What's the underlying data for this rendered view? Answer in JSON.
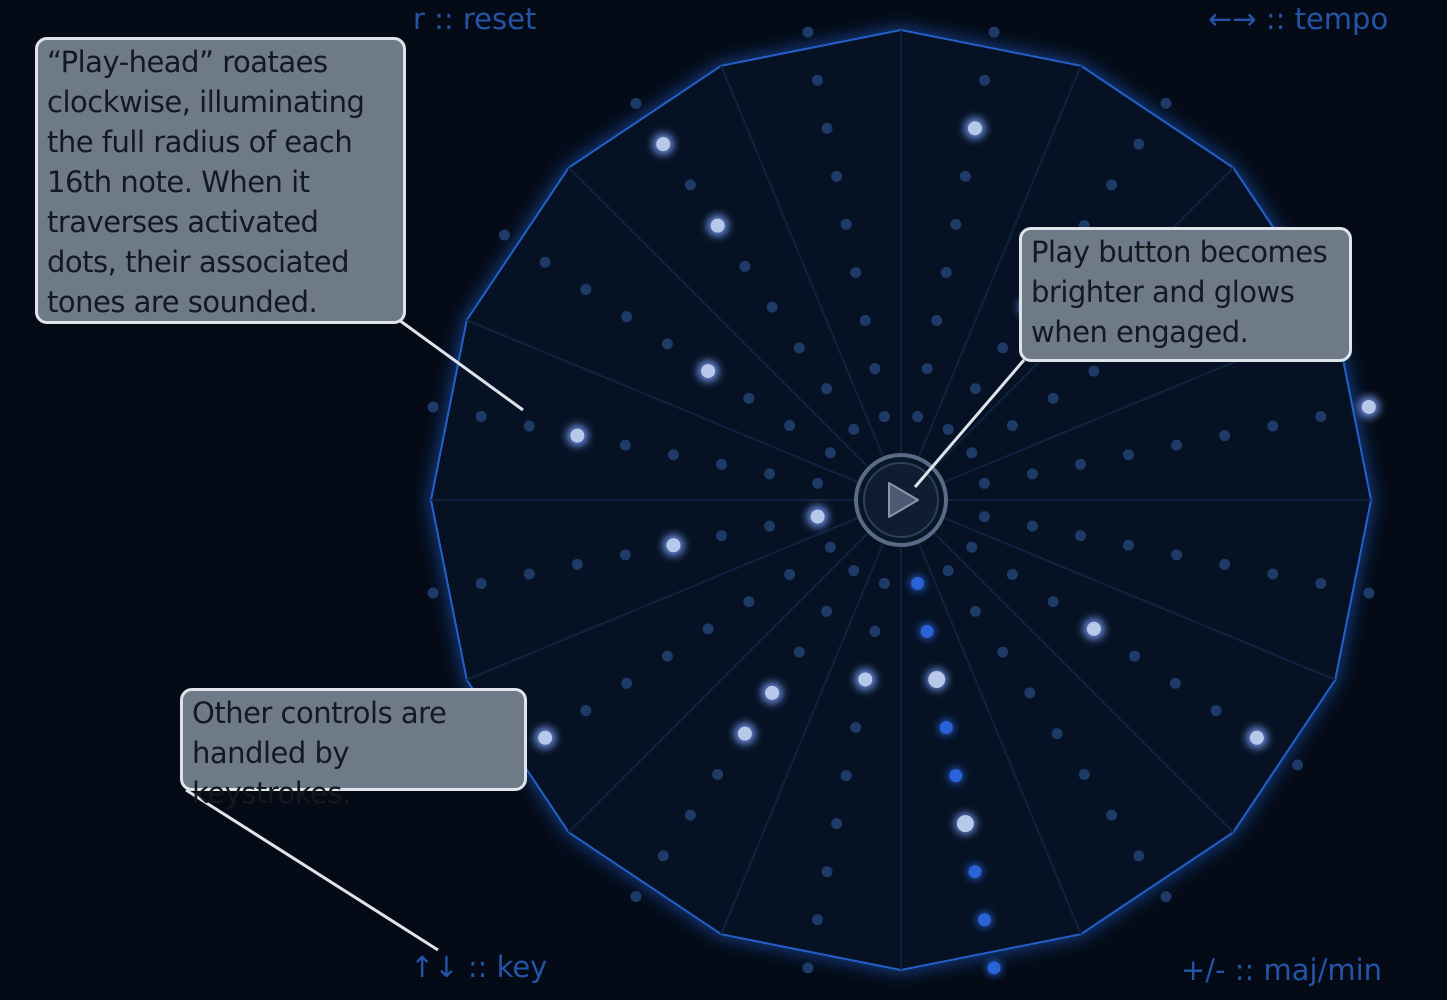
{
  "keys": {
    "reset": "r :: reset",
    "tempo": "←→ :: tempo",
    "key": "↑↓ :: key",
    "majmin": "+/-  :: maj/min"
  },
  "callouts": {
    "playhead": "“Play-head” roataes clockwise, illuminating the full radius of each 16th note. When it traverses activated dots, their associated tones are sounded.",
    "play": "Play button becomes brighter and glows when engaged.",
    "controls": "Other controls are handled by keystrokes."
  },
  "sequencer": {
    "steps": 16,
    "rows": 9,
    "playhead_step": 12,
    "active": [
      [
        0,
        8
      ],
      [
        2,
        3
      ],
      [
        3,
        6
      ],
      [
        5,
        5
      ],
      [
        5,
        7
      ],
      [
        6,
        3
      ],
      [
        7,
        5
      ],
      [
        8,
        0
      ],
      [
        8,
        3
      ],
      [
        9,
        7
      ],
      [
        10,
        3
      ],
      [
        10,
        4
      ],
      [
        11,
        2
      ],
      [
        12,
        2
      ],
      [
        12,
        5
      ],
      [
        14,
        3
      ],
      [
        14,
        7
      ]
    ]
  },
  "play_button": {
    "icon": "play-icon"
  },
  "colors": {
    "background": "#050b16",
    "accent": "#2354a6",
    "dot_inactive": "#1e3a66",
    "dot_active": "#b8c8e8",
    "playhead_dot": "#2a62d8",
    "callout_fill": "#6e7a88"
  }
}
